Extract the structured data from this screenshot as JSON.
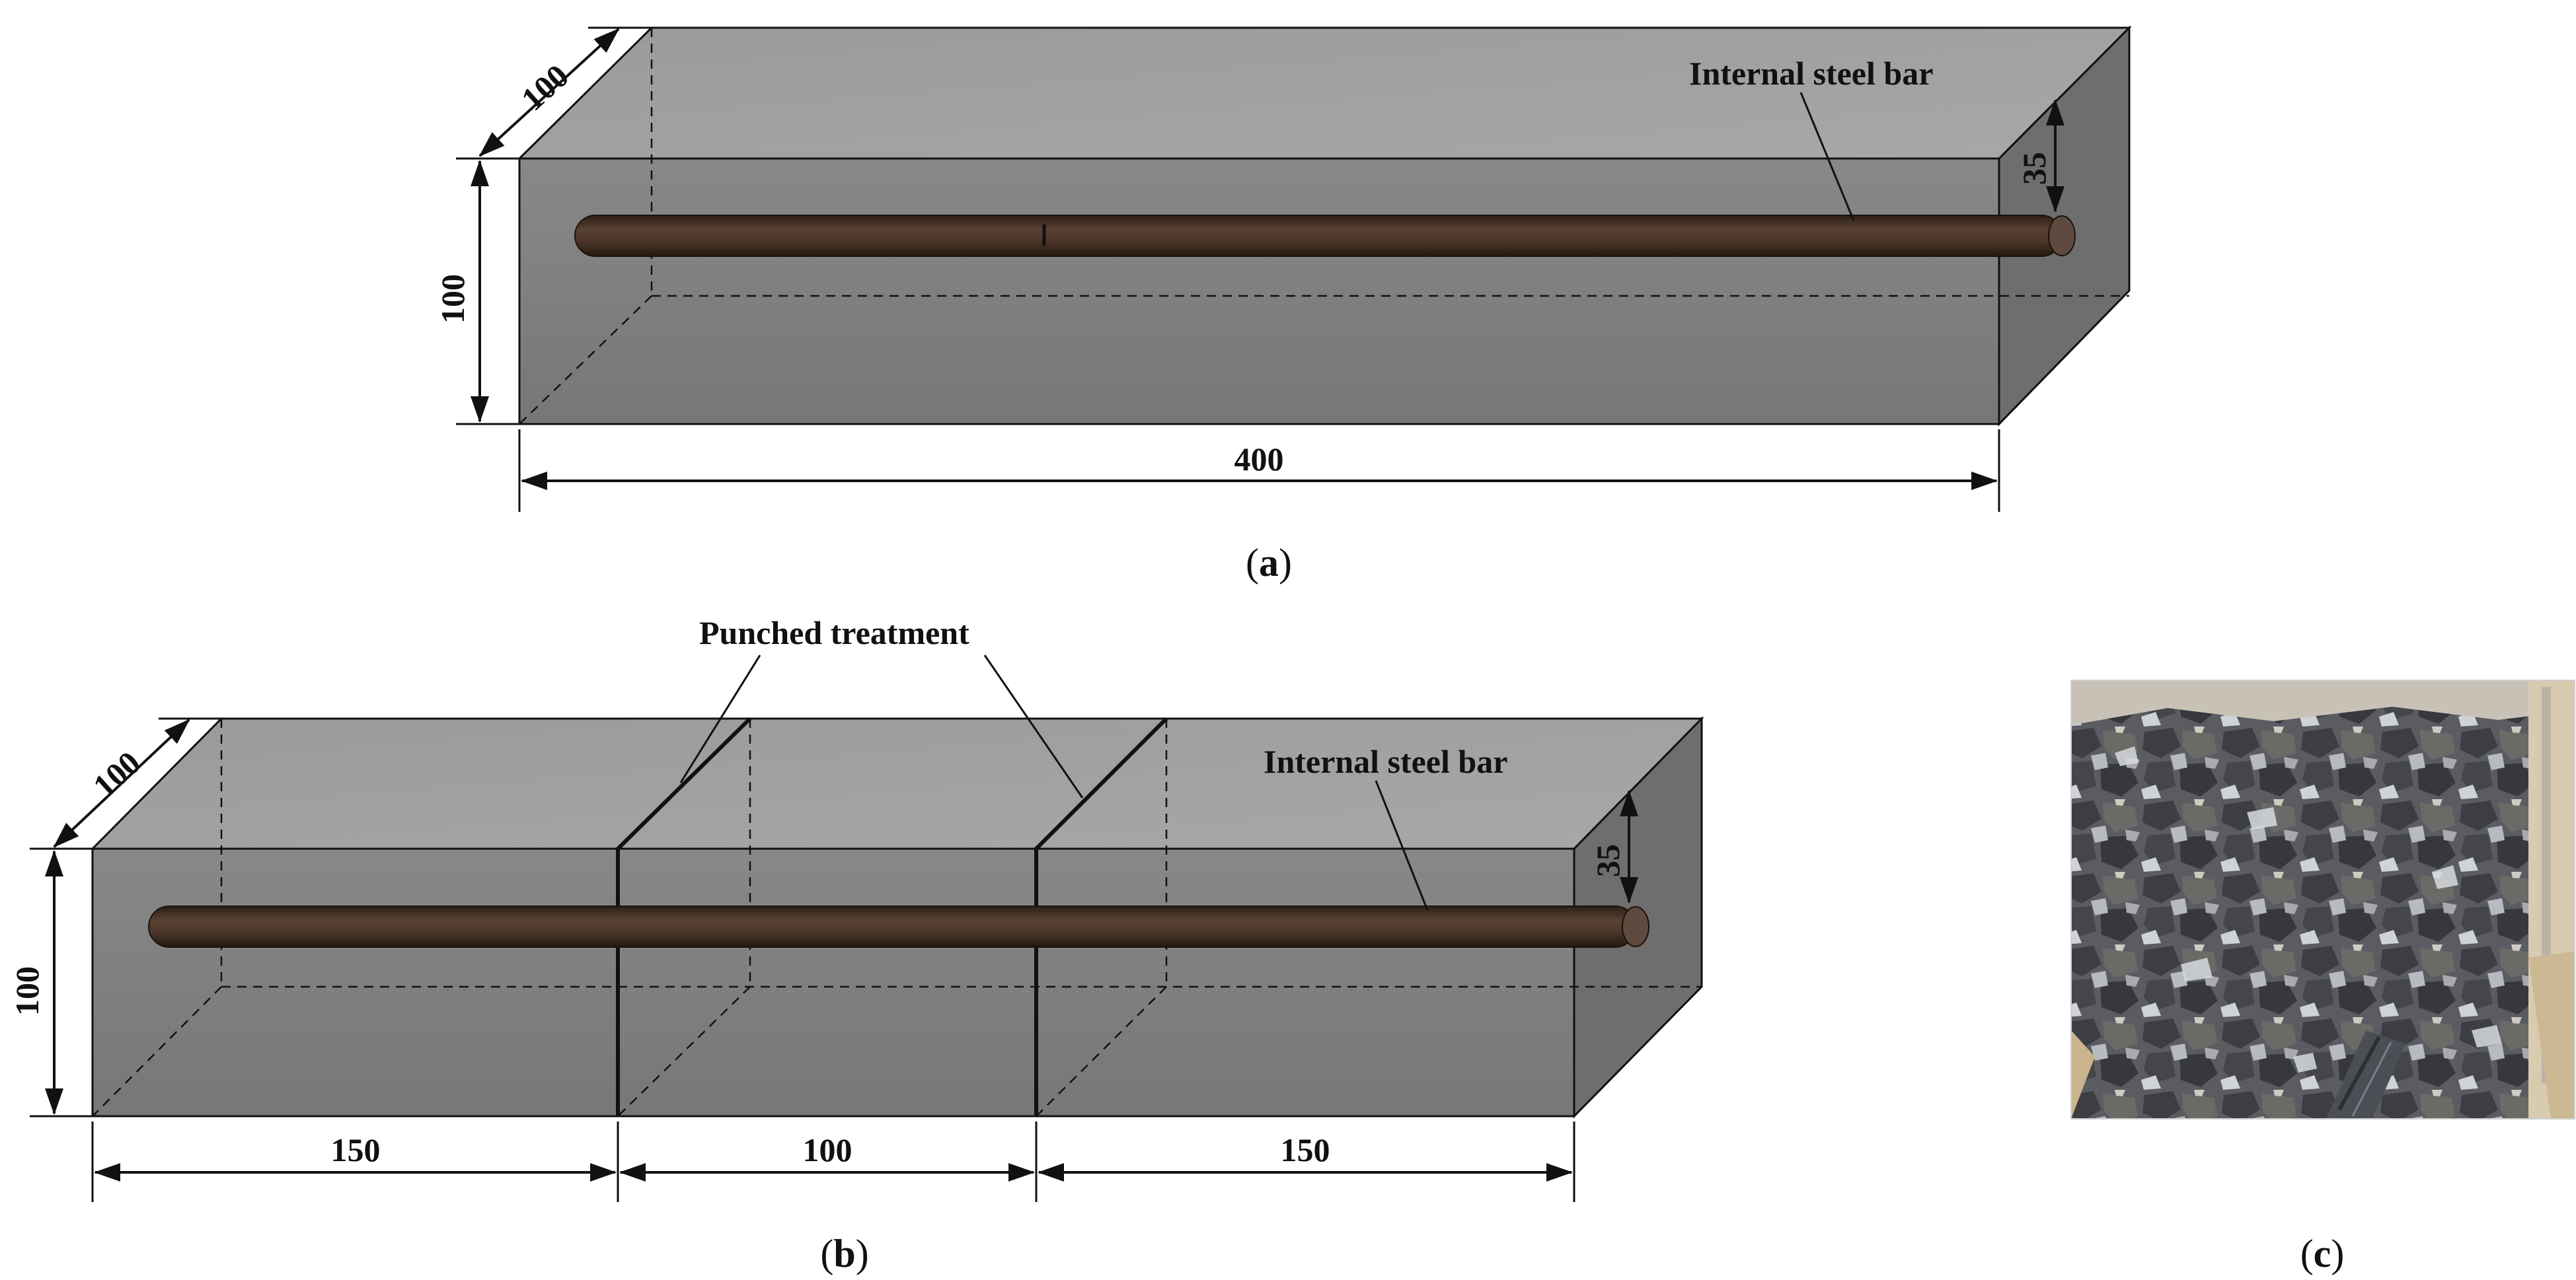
{
  "panels": {
    "a": {
      "caption_open": "(",
      "caption_letter": "a",
      "caption_close": ")",
      "dimensions": {
        "width": "100",
        "height": "100",
        "length": "400",
        "cover": "35"
      },
      "labels": {
        "steel_bar": "Internal steel bar"
      }
    },
    "b": {
      "caption_open": "(",
      "caption_letter": "b",
      "caption_close": ")",
      "dimensions": {
        "width": "100",
        "height": "100",
        "cover": "35",
        "segment_left": "150",
        "segment_middle": "100",
        "segment_right": "150"
      },
      "labels": {
        "punched": "Punched treatment",
        "steel_bar": "Internal steel bar"
      }
    },
    "c": {
      "caption_open": "(",
      "caption_letter": "c",
      "caption_close": ")"
    }
  },
  "colors": {
    "box_front": "#7a7a7a",
    "box_top": "#9c9c9c",
    "box_side": "#6a6a6a",
    "steel_bar": "#3e2c22",
    "steel_bar_highlight": "#5a4233",
    "line": "#111111",
    "photo_aggregate": "#4a4b50",
    "photo_cement": "#c9ccd0"
  }
}
